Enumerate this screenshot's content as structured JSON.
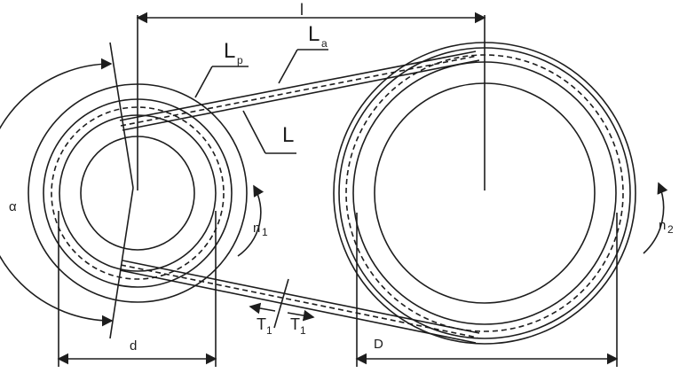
{
  "labels": {
    "center_distance": "l",
    "small_diameter": "d",
    "large_diameter": "D",
    "wrap_angle": "α",
    "belt_length_main": "L",
    "belt_length_pitch": "L",
    "belt_length_pitch_sub": "p",
    "belt_length_outer": "L",
    "belt_length_outer_sub": "a",
    "speed_small": "n",
    "speed_small_sub": "1",
    "speed_large": "n",
    "speed_large_sub": "2",
    "tension_left": "T",
    "tension_left_sub": "1",
    "tension_right": "T",
    "tension_right_sub": "1"
  },
  "colors": {
    "stroke": "#1d1d1d",
    "background": "#ffffff"
  }
}
